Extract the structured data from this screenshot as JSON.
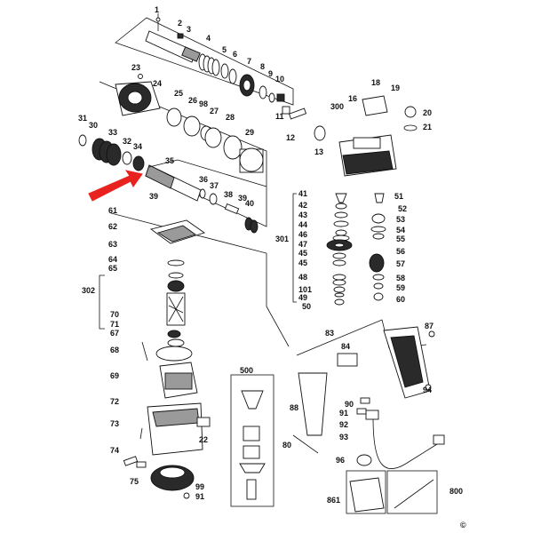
{
  "labels": {
    "l1": "1",
    "l2": "2",
    "l3": "3",
    "l4": "4",
    "l5": "5",
    "l6": "6",
    "l7": "7",
    "l8": "8",
    "l9": "9",
    "l10": "10",
    "l11": "11",
    "l12": "12",
    "l13": "13",
    "l16": "16",
    "l18": "18",
    "l19": "19",
    "l20": "20",
    "l21": "21",
    "l22": "22",
    "l23": "23",
    "l24": "24",
    "l25": "25",
    "l26": "26",
    "l27": "27",
    "l28": "28",
    "l29": "29",
    "l30": "30",
    "l31": "31",
    "l32": "32",
    "l33": "33",
    "l34": "34",
    "l35": "35",
    "l36": "36",
    "l37": "37",
    "l38": "38",
    "l39": "39",
    "l40": "40",
    "l41": "41",
    "l42": "42",
    "l43": "43",
    "l44": "44",
    "l45": "45",
    "l46": "46",
    "l47": "47",
    "l48": "48",
    "l49": "49",
    "l50": "50",
    "l51": "51",
    "l52": "52",
    "l53": "53",
    "l54": "54",
    "l55": "55",
    "l56": "56",
    "l57": "57",
    "l58": "58",
    "l59": "59",
    "l60": "60",
    "l61": "61",
    "l62": "62",
    "l63": "63",
    "l64": "64",
    "l65": "65",
    "l67": "67",
    "l68": "68",
    "l69": "69",
    "l70": "70",
    "l71": "71",
    "l72": "72",
    "l73": "73",
    "l74": "74",
    "l75": "75",
    "l80": "80",
    "l83": "83",
    "l84": "84",
    "l87": "87",
    "l88": "88",
    "l90": "90",
    "l91": "91",
    "l92": "92",
    "l93": "93",
    "l94": "94",
    "l96": "96",
    "l98": "98",
    "l99": "99",
    "l101": "101",
    "l300": "300",
    "l301": "301",
    "l302": "302",
    "l500": "500",
    "l800": "800",
    "l861": "861",
    "copyright": "©"
  },
  "colors": {
    "arrow": "#e8231f",
    "ink": "#111111"
  }
}
